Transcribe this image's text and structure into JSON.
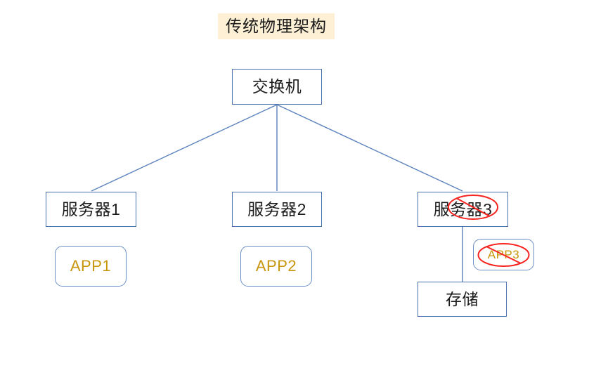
{
  "page": {
    "title": "传统物理架构",
    "background_color": "#ffffff"
  },
  "title_chip": {
    "text": "传统物理架构",
    "highlight_color": "#fdf0d5",
    "text_color": "#1a1a1a"
  },
  "theme": {
    "node_border_color": "#4a72ad",
    "app_border_color": "#6b8fc4",
    "app_text_color": "#c8960c",
    "edge_color": "#5b82bd",
    "annotation_color": "#f8231f",
    "node_fill": "#ffffff"
  },
  "nodes": {
    "switch": {
      "label": "交换机",
      "shape": "rectangle"
    },
    "server1": {
      "label": "服务器1",
      "shape": "rectangle"
    },
    "server2": {
      "label": "服务器2",
      "shape": "rectangle"
    },
    "server3": {
      "label": "服务器3",
      "shape": "rectangle"
    },
    "storage": {
      "label": "存储",
      "shape": "rectangle"
    },
    "app1": {
      "label": "APP1",
      "shape": "rounded-rectangle"
    },
    "app2": {
      "label": "APP2",
      "shape": "rounded-rectangle"
    },
    "app3": {
      "label": "APP3",
      "shape": "rounded-rectangle"
    }
  },
  "annotations": [
    {
      "name": "server3-crossed-out",
      "target": "服务器3",
      "mark": "red-ellipse-with-slash"
    },
    {
      "name": "app3-crossed-out",
      "target": "APP3",
      "mark": "red-ellipse-with-slash"
    }
  ],
  "edges": [
    {
      "from": "交换机",
      "to": "服务器1"
    },
    {
      "from": "交换机",
      "to": "服务器2"
    },
    {
      "from": "交换机",
      "to": "服务器3"
    },
    {
      "from": "服务器3",
      "to": "存储"
    }
  ]
}
